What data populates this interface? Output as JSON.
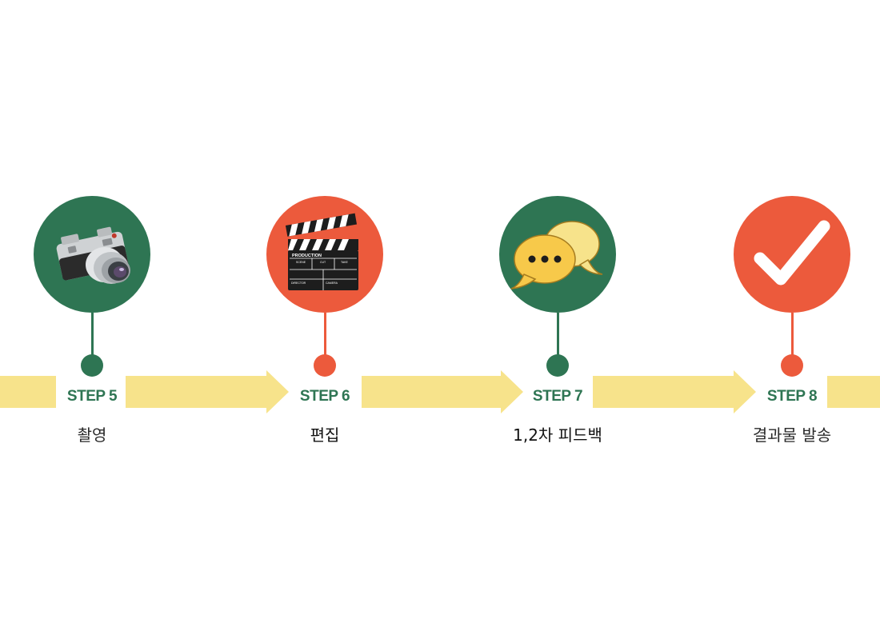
{
  "colors": {
    "green": "#2e7553",
    "red": "#ec5a3c",
    "band": "#f7e38b"
  },
  "steps": [
    {
      "step_label": "STEP 5",
      "title": "촬영",
      "icon": "camera-icon",
      "color": "#2e7553"
    },
    {
      "step_label": "STEP 6",
      "title": "편집",
      "icon": "clapperboard-icon",
      "color": "#ec5a3c"
    },
    {
      "step_label": "STEP 7",
      "title": "1,2차 피드백",
      "icon": "chat-bubbles-icon",
      "color": "#2e7553"
    },
    {
      "step_label": "STEP 8",
      "title": "결과물 발송",
      "icon": "checkmark-icon",
      "color": "#ec5a3c"
    }
  ],
  "clapper": {
    "production": "PRODUCTION",
    "scene": "SCENE",
    "cut": "CUT",
    "take": "TAKE",
    "director": "DIRECTOR",
    "camera": "CAMERA"
  }
}
